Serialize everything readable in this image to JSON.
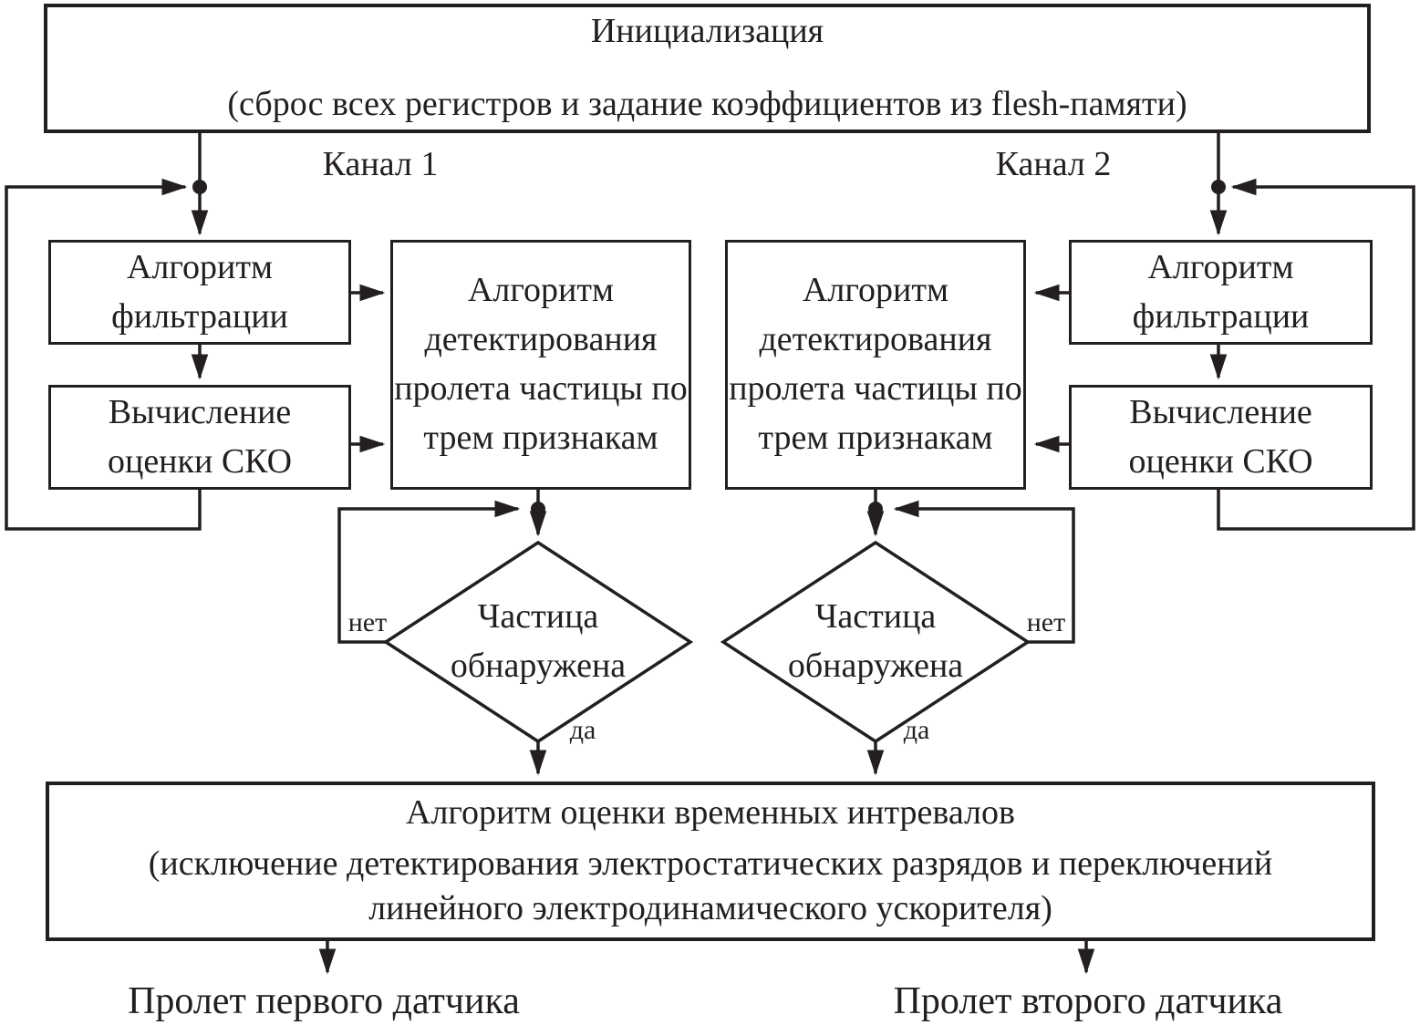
{
  "colors": {
    "ink": "#231f20",
    "background": "#ffffff"
  },
  "init": {
    "title": "Инициализация",
    "subtitle": "(сброс всех регистров и задание коэффициентов из flesh-памяти)"
  },
  "channels": {
    "ch1": {
      "label": "Канал 1",
      "filter": "Алгоритм фильтрации",
      "sko": "Вычисление оценки СКО",
      "detector": "Алгоритм детектирования пролета частицы по трем признакам",
      "decision": "Частица обнаружена",
      "branch_no": "нет",
      "branch_yes": "да",
      "output": "Пролет первого датчика"
    },
    "ch2": {
      "label": "Канал 2",
      "filter": "Алгоритм фильтрации",
      "sko": "Вычисление оценки СКО",
      "detector": "Алгоритм детектирования пролета частицы по трем признакам",
      "decision": "Частица обнаружена",
      "branch_no": "нет",
      "branch_yes": "да",
      "output": "Пролет второго датчика"
    }
  },
  "interval": {
    "title": "Алгоритм оценки временных интревалов",
    "subtitle_line1": "(исключение детектирования электростатических разрядов и переключений",
    "subtitle_line2": "линейного электродинамического ускорителя)"
  }
}
